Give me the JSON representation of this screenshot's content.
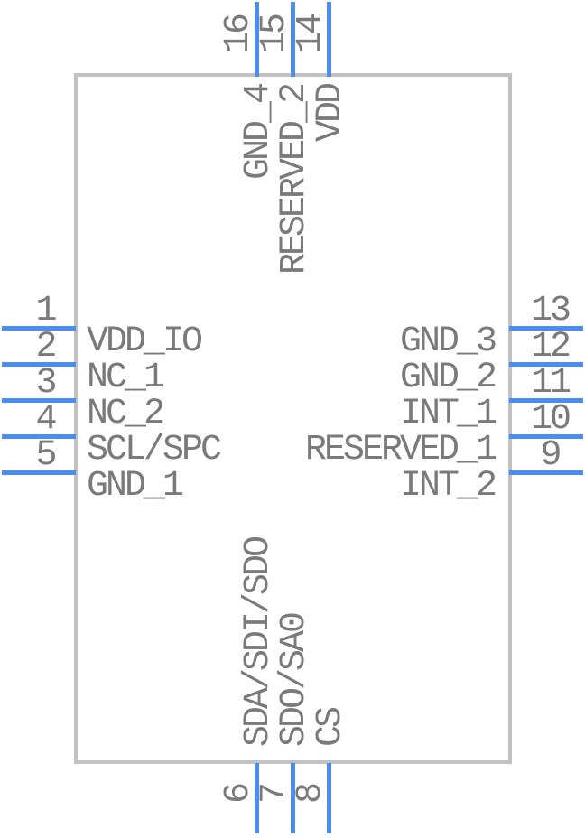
{
  "diagram": {
    "type": "schematic-symbol",
    "shape": "rectangle",
    "colors": {
      "background": "#ffffff",
      "body_fill": "#ffffff",
      "body_border": "#c2c2c2",
      "pin_line": "#4a8ef3",
      "text": "#7a7a7a"
    }
  },
  "pins": {
    "left": [
      {
        "number": "1",
        "name": "VDD_IO"
      },
      {
        "number": "2",
        "name": "NC_1"
      },
      {
        "number": "3",
        "name": "NC_2"
      },
      {
        "number": "4",
        "name": "SCL/SPC"
      },
      {
        "number": "5",
        "name": "GND_1"
      }
    ],
    "right": [
      {
        "number": "13",
        "name": "GND_3"
      },
      {
        "number": "12",
        "name": "GND_2"
      },
      {
        "number": "11",
        "name": "INT_1"
      },
      {
        "number": "10",
        "name": "RESERVED_1"
      },
      {
        "number": "9",
        "name": "INT_2"
      }
    ],
    "top": [
      {
        "number": "16",
        "name": "GND_4"
      },
      {
        "number": "15",
        "name": "RESERVED_2"
      },
      {
        "number": "14",
        "name": "VDD"
      }
    ],
    "bottom": [
      {
        "number": "6",
        "name": "SDA/SDI/SDO"
      },
      {
        "number": "7",
        "name": "SDO/SA0"
      },
      {
        "number": "8",
        "name": "CS"
      }
    ]
  }
}
